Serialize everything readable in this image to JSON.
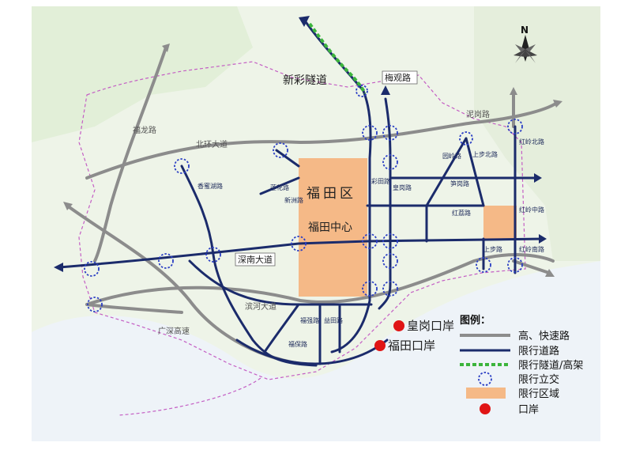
{
  "map": {
    "district_name": "福田区",
    "center_name": "福田中心",
    "compass": "N",
    "roads": {
      "xincai_tunnel": "新彩隧道",
      "meiguan": "梅观路",
      "nigang": "泥岗路",
      "fulong": "福龙路",
      "beihuan": "北环大道",
      "shennan": "深南大道",
      "binhe": "滨河大道",
      "guangshen": "广深高速",
      "xiangmi": "香蜜湖路",
      "xinzhou": "新洲路",
      "lianhua": "莲花路",
      "caitian": "彩田路",
      "huanggang": "皇岗路",
      "sunxin": "笋岗路",
      "hongli": "红荔路",
      "hongling_north": "红岭北路",
      "hongling_mid": "红岭中路",
      "hongling_south": "红岭南路",
      "shangbu_north": "上步北路",
      "shangbu_south": "上步路",
      "fuqiang": "福强路",
      "yitian": "益田路",
      "fubao": "福保路",
      "yuanling": "园岭路"
    },
    "ports": {
      "huanggang": "皇岗口岸",
      "futian": "福田口岸"
    }
  },
  "legend": {
    "title": "图例：",
    "items": [
      {
        "label": "高、快速路",
        "color": "#8c8c8c"
      },
      {
        "label": "限行道路",
        "color": "#1b2b6b"
      },
      {
        "label": "限行隧道/高架",
        "color": "#3cb43c"
      },
      {
        "label": "限行立交",
        "color": "#2b3fc4"
      },
      {
        "label": "限行区域",
        "color": "#f5b987"
      },
      {
        "label": "口岸",
        "color": "#e01515"
      }
    ]
  }
}
